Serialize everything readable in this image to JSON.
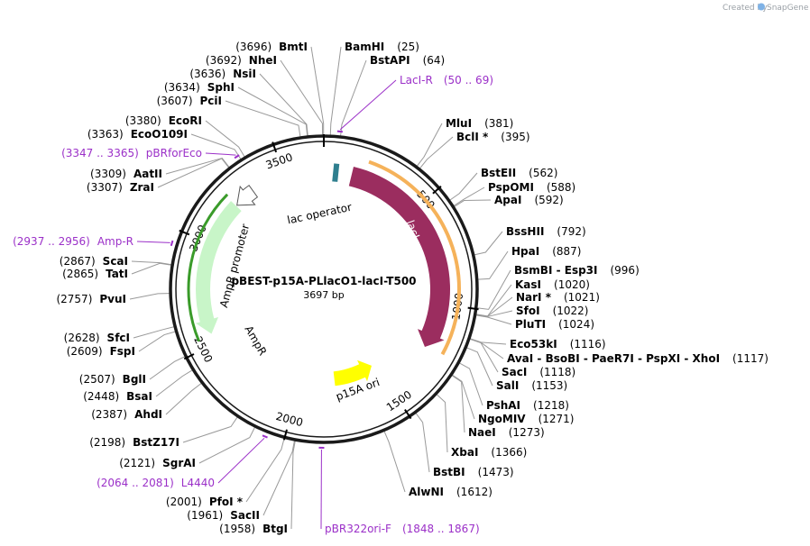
{
  "credit": {
    "prefix": "Created by",
    "brand": "SnapGene"
  },
  "plasmid": {
    "name": "pBEST-p15A-PLlacO1-lacI-T500",
    "length_label": "3697 bp",
    "length": 3697
  },
  "ticks": [
    {
      "label": "500",
      "pos": 500
    },
    {
      "label": "1000",
      "pos": 1000
    },
    {
      "label": "1500",
      "pos": 1500
    },
    {
      "label": "2000",
      "pos": 2000
    },
    {
      "label": "2500",
      "pos": 2500
    },
    {
      "label": "3000",
      "pos": 3000
    },
    {
      "label": "3500",
      "pos": 3500
    }
  ],
  "features": [
    {
      "name": "lacI",
      "start": 140,
      "end": 1230,
      "strand": "+",
      "color": "#9b2d5f",
      "label_color": "#ffffff"
    },
    {
      "name": "lac operator",
      "start": 60,
      "end": 80,
      "strand": "+",
      "color": "#2f7f8f",
      "label_color": "#000000"
    },
    {
      "name": "p15A ori",
      "start": 1520,
      "end": 1780,
      "strand": "-",
      "color": "#ffff00",
      "label_color": "#000000"
    },
    {
      "name": "AmpR",
      "start": 2550,
      "end": 3220,
      "strand": "-",
      "color": "#c8f5c8",
      "label_color": "#000000"
    },
    {
      "name": "AmpR promoter",
      "start": 3225,
      "end": 3330,
      "strand": "-",
      "color": "#ffffff",
      "label_color": "#000000"
    }
  ],
  "primers": [
    {
      "name": "LacI-R",
      "range": "(50 .. 69)",
      "pos": 60
    },
    {
      "name": "pBRforEco",
      "range": "(3347 .. 3365)",
      "pos": 3356
    },
    {
      "name": "Amp-R",
      "range": "(2937 .. 2956)",
      "pos": 2946
    },
    {
      "name": "L4440",
      "range": "(2064 .. 2081)",
      "pos": 2072
    },
    {
      "name": "pBR322ori-F",
      "range": "(1848 .. 1867)",
      "pos": 1857
    }
  ],
  "sites": [
    {
      "name": "BmtI",
      "pos_label": "(3696)",
      "pos": 3696
    },
    {
      "name": "NheI",
      "pos_label": "(3692)",
      "pos": 3692
    },
    {
      "name": "NsiI",
      "pos_label": "(3636)",
      "pos": 3636
    },
    {
      "name": "SphI",
      "pos_label": "(3634)",
      "pos": 3634
    },
    {
      "name": "PciI",
      "pos_label": "(3607)",
      "pos": 3607
    },
    {
      "name": "EcoRI",
      "pos_label": "(3380)",
      "pos": 3380
    },
    {
      "name": "EcoO109I",
      "pos_label": "(3363)",
      "pos": 3363
    },
    {
      "name": "AatII",
      "pos_label": "(3309)",
      "pos": 3309
    },
    {
      "name": "ZraI",
      "pos_label": "(3307)",
      "pos": 3307
    },
    {
      "name": "ScaI",
      "pos_label": "(2867)",
      "pos": 2867
    },
    {
      "name": "TatI",
      "pos_label": "(2865)",
      "pos": 2865
    },
    {
      "name": "PvuI",
      "pos_label": "(2757)",
      "pos": 2757
    },
    {
      "name": "SfcI",
      "pos_label": "(2628)",
      "pos": 2628
    },
    {
      "name": "FspI",
      "pos_label": "(2609)",
      "pos": 2609
    },
    {
      "name": "BglI",
      "pos_label": "(2507)",
      "pos": 2507
    },
    {
      "name": "BsaI",
      "pos_label": "(2448)",
      "pos": 2448
    },
    {
      "name": "AhdI",
      "pos_label": "(2387)",
      "pos": 2387
    },
    {
      "name": "BstZ17I",
      "pos_label": "(2198)",
      "pos": 2198
    },
    {
      "name": "SgrAI",
      "pos_label": "(2121)",
      "pos": 2121
    },
    {
      "name": "PfoI *",
      "pos_label": "(2001)",
      "pos": 2001
    },
    {
      "name": "SacII",
      "pos_label": "(1961)",
      "pos": 1961
    },
    {
      "name": "BtgI",
      "pos_label": "(1958)",
      "pos": 1958
    },
    {
      "name": "BamHI",
      "pos_label": "(25)",
      "pos": 25
    },
    {
      "name": "BstAPI",
      "pos_label": "(64)",
      "pos": 64
    },
    {
      "name": "MluI",
      "pos_label": "(381)",
      "pos": 381
    },
    {
      "name": "BclI *",
      "pos_label": "(395)",
      "pos": 395
    },
    {
      "name": "BstEII",
      "pos_label": "(562)",
      "pos": 562
    },
    {
      "name": "PspOMI",
      "pos_label": "(588)",
      "pos": 588
    },
    {
      "name": "ApaI",
      "pos_label": "(592)",
      "pos": 592
    },
    {
      "name": "BssHII",
      "pos_label": "(792)",
      "pos": 792
    },
    {
      "name": "HpaI",
      "pos_label": "(887)",
      "pos": 887
    },
    {
      "name": "BsmBI - Esp3I",
      "pos_label": "(996)",
      "pos": 996
    },
    {
      "name": "KasI",
      "pos_label": "(1020)",
      "pos": 1020
    },
    {
      "name": "NarI *",
      "pos_label": "(1021)",
      "pos": 1021
    },
    {
      "name": "SfoI",
      "pos_label": "(1022)",
      "pos": 1022
    },
    {
      "name": "PluTI",
      "pos_label": "(1024)",
      "pos": 1024
    },
    {
      "name": "Eco53kI",
      "pos_label": "(1116)",
      "pos": 1116
    },
    {
      "name": "AvaI - BsoBI - PaeR7I - PspXI - XhoI",
      "pos_label": "(1117)",
      "pos": 1117
    },
    {
      "name": "SacI",
      "pos_label": "(1118)",
      "pos": 1118
    },
    {
      "name": "SalI",
      "pos_label": "(1153)",
      "pos": 1153
    },
    {
      "name": "PshAI",
      "pos_label": "(1218)",
      "pos": 1218
    },
    {
      "name": "NgoMIV",
      "pos_label": "(1271)",
      "pos": 1271
    },
    {
      "name": "NaeI",
      "pos_label": "(1273)",
      "pos": 1273
    },
    {
      "name": "XbaI",
      "pos_label": "(1366)",
      "pos": 1366
    },
    {
      "name": "BstBI",
      "pos_label": "(1473)",
      "pos": 1473
    },
    {
      "name": "AlwNI",
      "pos_label": "(1612)",
      "pos": 1612
    }
  ]
}
